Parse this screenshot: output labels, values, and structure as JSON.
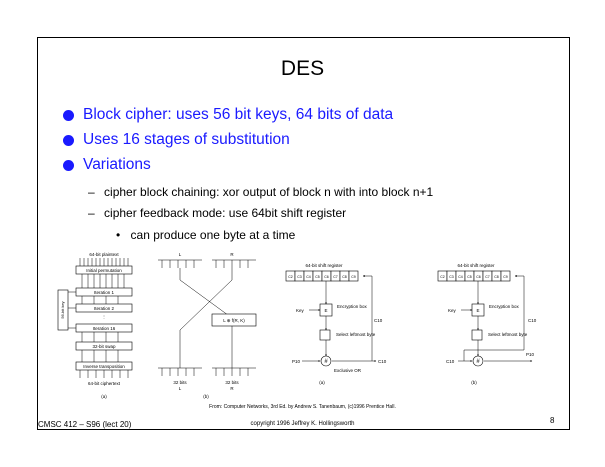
{
  "slide": {
    "title": "DES",
    "bullets": [
      "Block cipher: uses 56 bit keys, 64 bits of data",
      "Uses 16 stages of substitution",
      "Variations"
    ],
    "sub_bullets": [
      "cipher block chaining: xor output of block n with into block n+1",
      "cipher feedback mode: use 64bit shift register"
    ],
    "sub_sub_bullets": [
      "can produce one byte at a time"
    ],
    "dash": "–",
    "bullet_glyph": "•",
    "accent_color": "#1a1aff"
  },
  "figure": {
    "des_stack": {
      "top_label": "64-bit plaintext",
      "boxes": [
        "Initial permutation",
        "Iteration 1",
        "Iteration 2",
        "Iteration 16",
        "32-bit swap",
        "Inverse transposition"
      ],
      "side_label": "56-bit key",
      "bottom_label": "64-bit ciphertext",
      "letter": "(a)"
    },
    "iteration": {
      "top_left": "L",
      "top_right": "R",
      "func_box": "L ⊕ f(R, K)",
      "bottom_left": "32 bits",
      "bottom_left2": "L",
      "bottom_right": "32 bits",
      "bottom_right2": "R",
      "letter": "(b)"
    },
    "cfb_a": {
      "header": "64-bit shift register",
      "cells": [
        "C2",
        "C3",
        "C4",
        "C5",
        "C6",
        "C7",
        "C8",
        "C9"
      ],
      "key": "Key",
      "e": "E",
      "enc_box": "Encryption box",
      "select_box": "Select leftmost byte",
      "c10": "C10",
      "p10": "P10",
      "xor_label": "Exclusive OR",
      "letter": "(a)"
    },
    "cfb_b": {
      "header": "64-bit shift register",
      "cells": [
        "C2",
        "C3",
        "C4",
        "C5",
        "C6",
        "C7",
        "C8",
        "C9"
      ],
      "key": "Key",
      "e": "E",
      "enc_box": "Encryption box",
      "select_box": "Select leftmost byte",
      "c10": "C10",
      "p10": "P10",
      "letter": "(b)"
    }
  },
  "caption": "From: Computer Networks, 3rd Ed. by Andrew S. Tanenbaum, (c)1996 Prentice Hall.",
  "footer": {
    "left": "CMSC 412 – S96 (lect 20)",
    "center": "copyright 1996 Jeffrey K. Hollingsworth",
    "page": "8"
  }
}
